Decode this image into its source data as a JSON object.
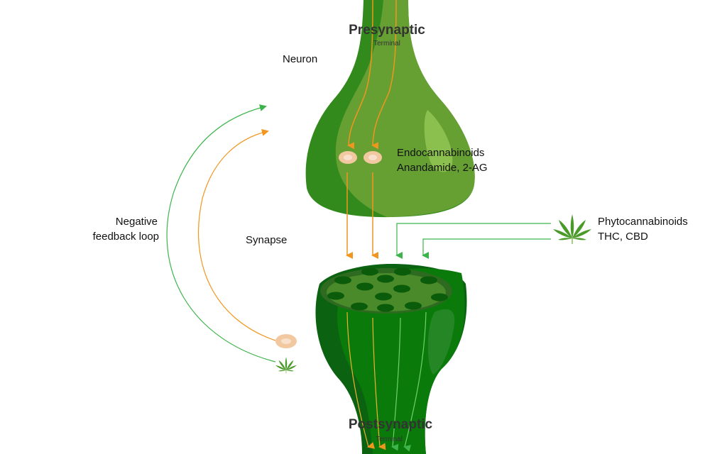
{
  "labels": {
    "presynaptic": "Presynaptic",
    "presynaptic_sub": "Terminal",
    "neuron": "Neuron",
    "endo_line1": "Endocannabinoids",
    "endo_line2": "Anandamide, 2-AG",
    "negative_line1": "Negative",
    "negative_line2": "feedback loop",
    "synapse": "Synapse",
    "phyto_line1": "Phytocannabinoids",
    "phyto_line2": "THC, CBD",
    "postsynaptic": "Postsynaptic",
    "postsynaptic_sub": "Terminal"
  },
  "colors": {
    "orange": "#f0961e",
    "green_arrow": "#3cb44b",
    "pre_dark": "#338a1c",
    "pre_light": "#66a032",
    "post_main": "#0a7a0a",
    "post_dark": "#0b6210"
  },
  "icons": [
    "cannabis-leaf-icon",
    "endocannabinoid-molecule-icon"
  ]
}
